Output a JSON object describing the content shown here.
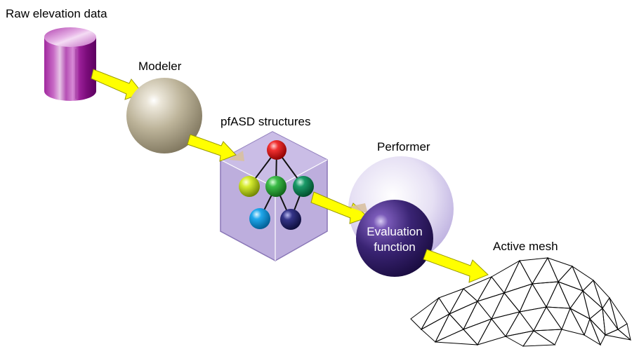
{
  "diagram": {
    "labels": {
      "raw_elevation": "Raw elevation data",
      "modeler": "Modeler",
      "pfasd": "pfASD structures",
      "performer": "Performer",
      "evaluation_line1": "Evaluation",
      "evaluation_line2": "function",
      "active_mesh": "Active mesh"
    },
    "colors": {
      "cylinder": "#8a1a8a",
      "modeler_sphere": "#bdb49a",
      "cube": "#b7a8d6",
      "performer_sphere": "#d8d0ee",
      "evaluation_sphere": "#3a2474",
      "arrow": "#ffff00",
      "node_red": "#e01818",
      "node_lime": "#c8e020",
      "node_green": "#28a838",
      "node_teal": "#108a5a",
      "node_cyan": "#18a0e0",
      "node_navy": "#28286a"
    }
  }
}
